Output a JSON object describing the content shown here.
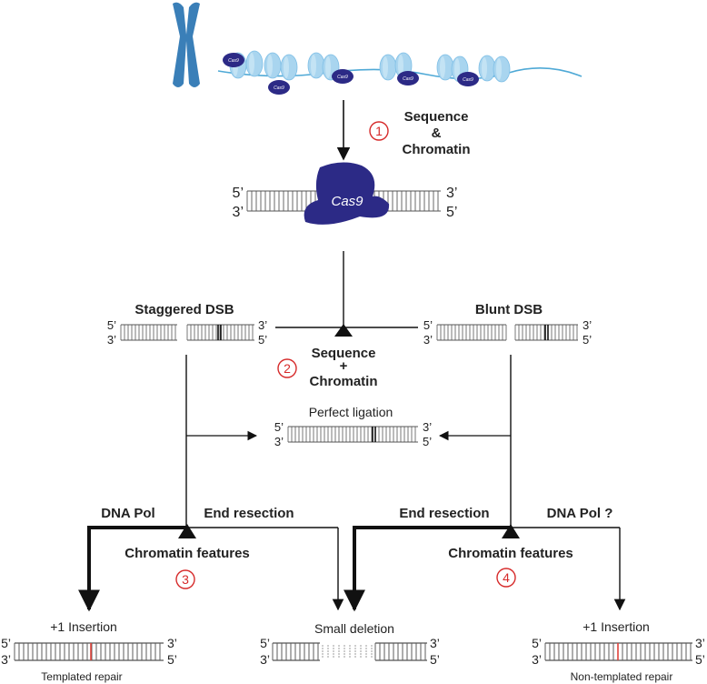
{
  "title": "",
  "top_section": {
    "protein_label": "Cas9",
    "small_protein_label": "Cas9",
    "step1": {
      "number": "1",
      "line1": "Sequence",
      "line2": "&",
      "line3": "Chromatin"
    },
    "dna": {
      "five_prime": "5’",
      "three_prime": "3’"
    }
  },
  "branch": {
    "staggered_title": "Staggered DSB",
    "blunt_title": "Blunt DSB",
    "step2": {
      "number": "2",
      "line1": "Sequence",
      "line2": "+",
      "line3": "Chromatin"
    },
    "perfect_ligation": "Perfect ligation"
  },
  "repair": {
    "dna_pol": "DNA Pol",
    "end_resection_left": "End resection",
    "end_resection_right": "End resection",
    "dna_pol_q": "DNA Pol ?",
    "chromatin_features_left": "Chromatin features",
    "chromatin_features_right": "Chromatin features",
    "step3": "3",
    "step4": "4"
  },
  "outcomes": {
    "insertion_left": "+1 Insertion",
    "small_deletion": "Small deletion",
    "insertion_right": "+1 Insertion",
    "templated": "Templated repair",
    "non_templated": "Non-templated repair"
  },
  "colors": {
    "protein": "#2c2a86",
    "chromosome": "#3a7fb8",
    "nucleosome": "#a9d5ef",
    "linker": "#4fa9d6",
    "strand": "#555555",
    "insertion_mark": "#e0423a",
    "step_circle": "#d62a2a"
  }
}
